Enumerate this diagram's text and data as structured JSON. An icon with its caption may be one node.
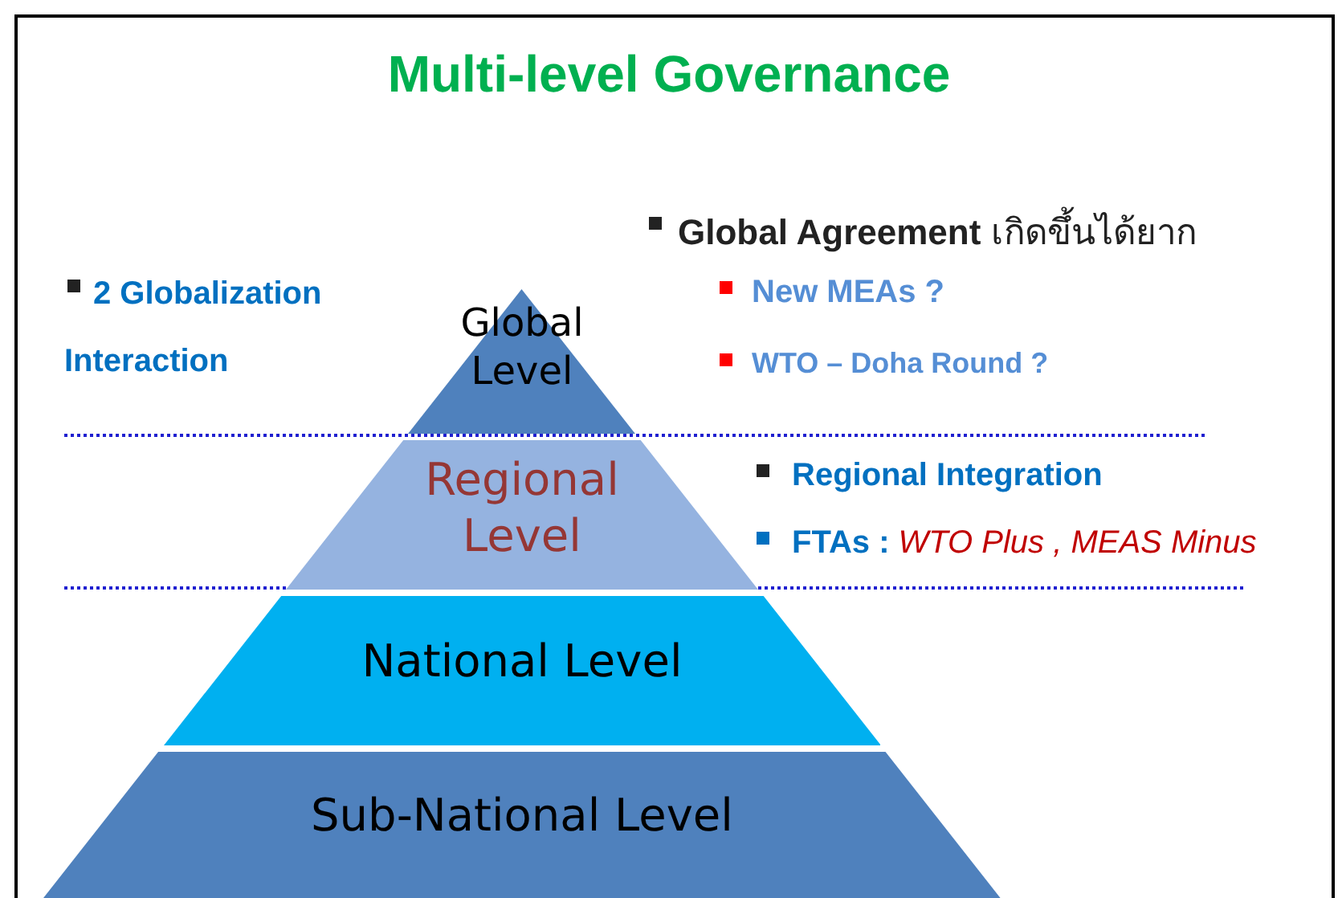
{
  "diagram": {
    "title": "Multi-level Governance",
    "nodes": [
      {
        "text": [
          "Global Level"
        ]
      },
      {
        "text": [
          "Regional Level"
        ]
      },
      {
        "text": [
          "National Level"
        ]
      },
      {
        "text": [
          "Sub-National Level"
        ]
      }
    ],
    "labels": [
      "2 Globalization Interaction",
      "**Global Agreement** เกิดขึ้นได้ยาก",
      "New MEAs ?",
      "WTO – Doha Round ?",
      "Regional Integration",
      "FTAs : *WTO Plus , MEAS Minus*"
    ]
  }
}
